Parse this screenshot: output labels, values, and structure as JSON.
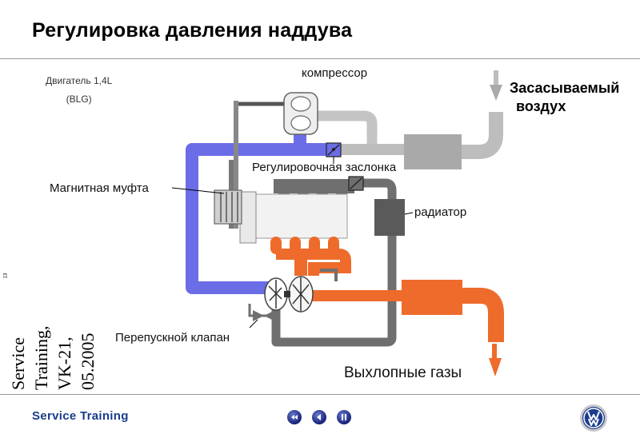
{
  "slide": {
    "title": "Регулировка давления наддува",
    "engine_line1": "Двигатель 1,4L",
    "engine_line2": "(BLG)",
    "page_number": "13"
  },
  "labels": {
    "compressor": "компрессор",
    "intake_air_line1": "Засасываемый",
    "intake_air_line2": "воздух",
    "throttle": "Регулировочная заслонка",
    "magnetic_clutch": "Магнитная муфта",
    "radiator": "радиатор",
    "bypass_valve": "Перепускной клапан",
    "exhaust": "Выхлопные газы"
  },
  "side_caption": {
    "line1": "Service",
    "line2": "Training,",
    "line3": "VK-21,",
    "line4": "05.2005"
  },
  "footer": {
    "brand": "Service Training"
  },
  "colors": {
    "boost_blue": "#6b6de6",
    "intake_gray": "#bdbdbd",
    "pipe_dark": "#6f6f6f",
    "exhaust_orange": "#ee6b2c",
    "nav_blue": "#14207a",
    "footer_text": "#1a3c8c"
  },
  "icons": [
    "rewind-icon",
    "back-icon",
    "pause-icon",
    "vw-logo"
  ]
}
